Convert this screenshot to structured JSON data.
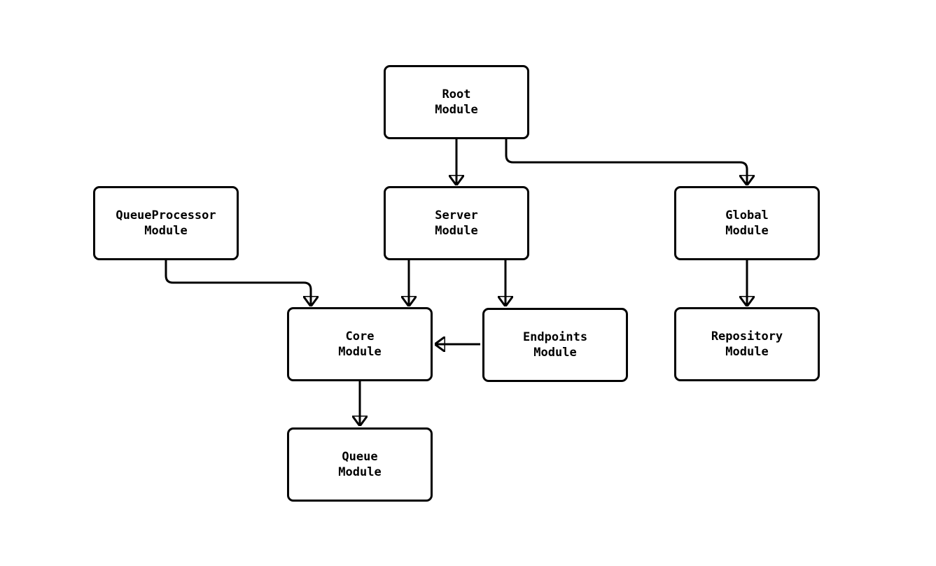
{
  "diagram": {
    "type": "flowchart",
    "description": "Module dependency graph",
    "colors": {
      "background": "#ffffff",
      "node_fill": "#ffffff",
      "node_border": "#000000",
      "edge_stroke": "#000000",
      "text": "#000000"
    },
    "nodes": [
      {
        "id": "root",
        "label": "Root\nModule"
      },
      {
        "id": "queueprocessor",
        "label": "QueueProcessor\nModule"
      },
      {
        "id": "server",
        "label": "Server\nModule"
      },
      {
        "id": "global",
        "label": "Global\nModule"
      },
      {
        "id": "core",
        "label": "Core\nModule"
      },
      {
        "id": "endpoints",
        "label": "Endpoints\nModule"
      },
      {
        "id": "repository",
        "label": "Repository\nModule"
      },
      {
        "id": "queue",
        "label": "Queue\nModule"
      }
    ],
    "edges": [
      {
        "from": "root",
        "to": "server"
      },
      {
        "from": "root",
        "to": "global"
      },
      {
        "from": "queueprocessor",
        "to": "core"
      },
      {
        "from": "server",
        "to": "core"
      },
      {
        "from": "server",
        "to": "endpoints"
      },
      {
        "from": "endpoints",
        "to": "core"
      },
      {
        "from": "global",
        "to": "repository"
      },
      {
        "from": "core",
        "to": "queue"
      }
    ]
  }
}
